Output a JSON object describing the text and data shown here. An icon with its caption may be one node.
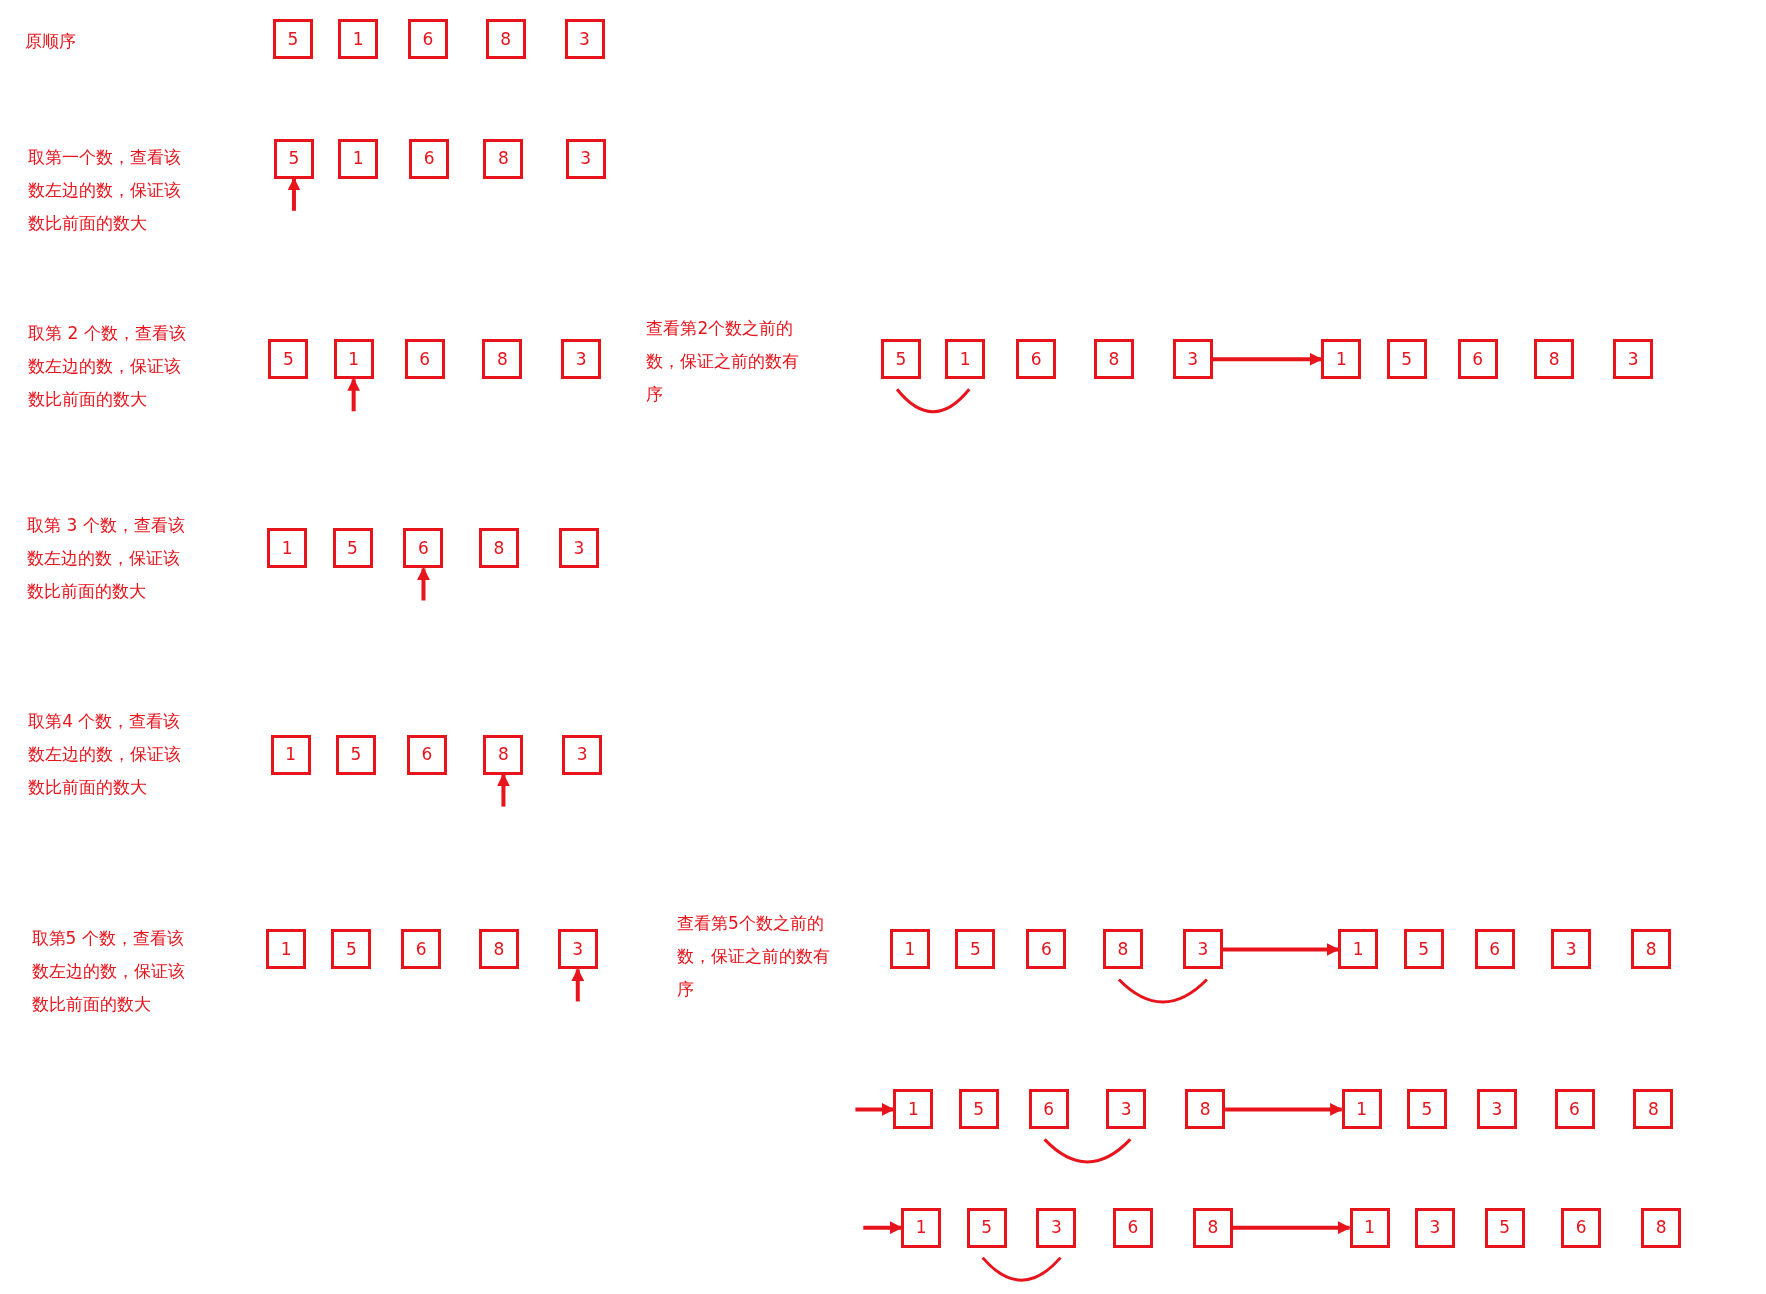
{
  "diagram": {
    "nodes": [
      {
        "text": [
          "5"
        ]
      },
      {
        "text": [
          "1"
        ]
      },
      {
        "text": [
          "6"
        ]
      },
      {
        "text": [
          "8"
        ]
      },
      {
        "text": [
          "3"
        ]
      },
      {
        "text": [
          "5"
        ]
      },
      {
        "text": [
          "1"
        ]
      },
      {
        "text": [
          "6"
        ]
      },
      {
        "text": [
          "8"
        ]
      },
      {
        "text": [
          "3"
        ]
      },
      {
        "text": [
          "5"
        ]
      },
      {
        "text": [
          "1"
        ]
      },
      {
        "text": [
          "6"
        ]
      },
      {
        "text": [
          "8"
        ]
      },
      {
        "text": [
          "3"
        ]
      },
      {
        "text": [
          "5"
        ]
      },
      {
        "text": [
          "1"
        ]
      },
      {
        "text": [
          "6"
        ]
      },
      {
        "text": [
          "8"
        ]
      },
      {
        "text": [
          "3"
        ]
      },
      {
        "text": [
          "1"
        ]
      },
      {
        "text": [
          "5"
        ]
      },
      {
        "text": [
          "6"
        ]
      },
      {
        "text": [
          "8"
        ]
      },
      {
        "text": [
          "3"
        ]
      },
      {
        "text": [
          "1"
        ]
      },
      {
        "text": [
          "5"
        ]
      },
      {
        "text": [
          "6"
        ]
      },
      {
        "text": [
          "8"
        ]
      },
      {
        "text": [
          "3"
        ]
      },
      {
        "text": [
          "1"
        ]
      },
      {
        "text": [
          "5"
        ]
      },
      {
        "text": [
          "6"
        ]
      },
      {
        "text": [
          "8"
        ]
      },
      {
        "text": [
          "3"
        ]
      },
      {
        "text": [
          "1"
        ]
      },
      {
        "text": [
          "5"
        ]
      },
      {
        "text": [
          "6"
        ]
      },
      {
        "text": [
          "8"
        ]
      },
      {
        "text": [
          "3"
        ]
      },
      {
        "text": [
          "1"
        ]
      },
      {
        "text": [
          "5"
        ]
      },
      {
        "text": [
          "6"
        ]
      },
      {
        "text": [
          "8"
        ]
      },
      {
        "text": [
          "3"
        ]
      },
      {
        "text": [
          "1"
        ]
      },
      {
        "text": [
          "5"
        ]
      },
      {
        "text": [
          "6"
        ]
      },
      {
        "text": [
          "3"
        ]
      },
      {
        "text": [
          "8"
        ]
      },
      {
        "text": [
          "1"
        ]
      },
      {
        "text": [
          "5"
        ]
      },
      {
        "text": [
          "6"
        ]
      },
      {
        "text": [
          "3"
        ]
      },
      {
        "text": [
          "8"
        ]
      },
      {
        "text": [
          "1"
        ]
      },
      {
        "text": [
          "5"
        ]
      },
      {
        "text": [
          "3"
        ]
      },
      {
        "text": [
          "6"
        ]
      },
      {
        "text": [
          "8"
        ]
      },
      {
        "text": [
          "1"
        ]
      },
      {
        "text": [
          "5"
        ]
      },
      {
        "text": [
          "3"
        ]
      },
      {
        "text": [
          "6"
        ]
      },
      {
        "text": [
          "8"
        ]
      },
      {
        "text": [
          "1"
        ]
      },
      {
        "text": [
          "3"
        ]
      },
      {
        "text": [
          "5"
        ]
      },
      {
        "text": [
          "6"
        ]
      },
      {
        "text": [
          "8"
        ]
      }
    ],
    "edges": [
      {
        "from": null,
        "to": 5,
        "arrow": "to"
      },
      {
        "from": null,
        "to": 11,
        "arrow": "to"
      },
      {
        "from": null,
        "to": 27,
        "arrow": "to"
      },
      {
        "from": null,
        "to": 33,
        "arrow": "to"
      },
      {
        "from": null,
        "to": 39,
        "arrow": "to"
      },
      {
        "from": 19,
        "to": 20,
        "arrow": "to"
      },
      {
        "from": 44,
        "to": 45,
        "arrow": "to"
      },
      {
        "from": null,
        "to": 50,
        "arrow": "to"
      },
      {
        "from": 54,
        "to": 55,
        "arrow": "to"
      },
      {
        "from": null,
        "to": 60,
        "arrow": "to"
      },
      {
        "from": 64,
        "to": 65,
        "arrow": "to"
      }
    ],
    "labels": [
      "原顺序",
      "取第一个数，查看该数左边的数，保证该数比前面的数大",
      "取第 2 个数，查看该数左边的数，保证该数比前面的数大",
      "查看第2个数之前的数，保证之前的数有序",
      "取第 3 个数，查看该数左边的数，保证该数比前面的数大",
      "取第4 个数，查看该数左边的数，保证该数比前面的数大",
      "取第5 个数，查看该数左边的数，保证该数比前面的数大",
      "查看第5个数之前的数，保证之前的数有序"
    ]
  }
}
